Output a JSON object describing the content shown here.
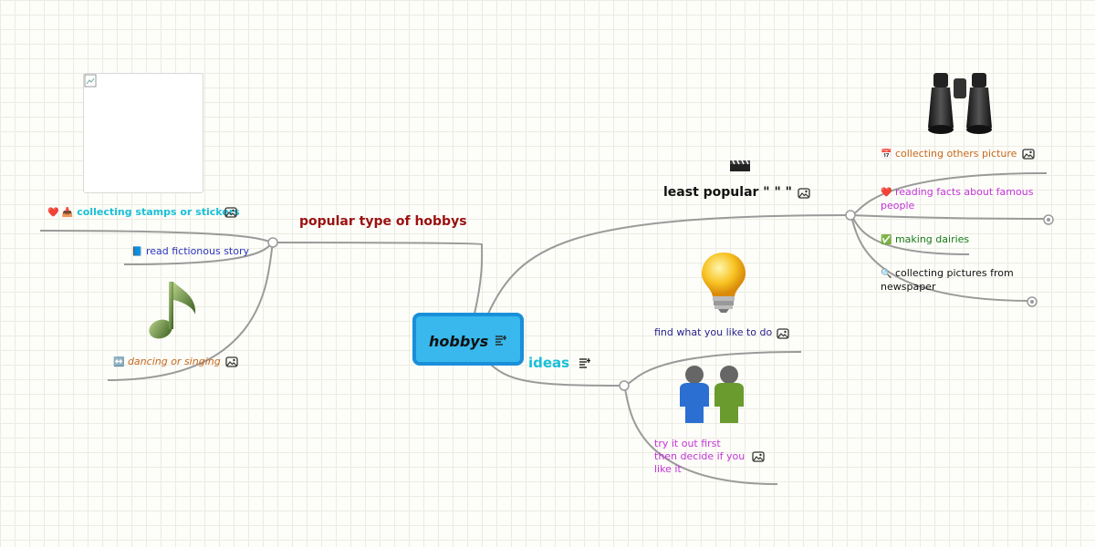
{
  "colors": {
    "line": "#9a9a9a",
    "central_fill": "#38b8ec",
    "central_border": "#1a8fd9",
    "dark_red": "#991111",
    "teal": "#1ac0d8",
    "blue": "#2b35c0",
    "orange": "#c7681b",
    "magenta": "#c235d8",
    "green": "#167a16",
    "dark_blue": "#241f8a"
  },
  "central": {
    "label": "hobbys",
    "icon": "notes-icon"
  },
  "branches": {
    "popular": {
      "label": "popular type of hobbys",
      "items": [
        {
          "icons": "❤️ 📥",
          "label": "collecting stamps or stickers",
          "icon": "image-icon"
        },
        {
          "icons": "📘",
          "label": "read fictionous story"
        },
        {
          "icons": "↔️",
          "label": "dancing or singing",
          "icon": "image-icon"
        }
      ]
    },
    "least": {
      "label": "least popular \" \" \"",
      "icon": "image-icon",
      "items": [
        {
          "icons": "📅",
          "label": "collecting others picture",
          "icon": "image-icon"
        },
        {
          "icons": "❤️",
          "label": "reading facts about famous people"
        },
        {
          "icons": "✅",
          "label": "making dairies"
        },
        {
          "icons": "🔍",
          "label": "collecting pictures from newspaper"
        }
      ]
    },
    "ideas": {
      "label": "ideas",
      "icon": "notes-icon",
      "items": [
        {
          "label": "find what you like to do",
          "icon": "image-icon"
        },
        {
          "label": "try it out first then decide if you like it",
          "icon": "image-icon"
        }
      ]
    }
  }
}
